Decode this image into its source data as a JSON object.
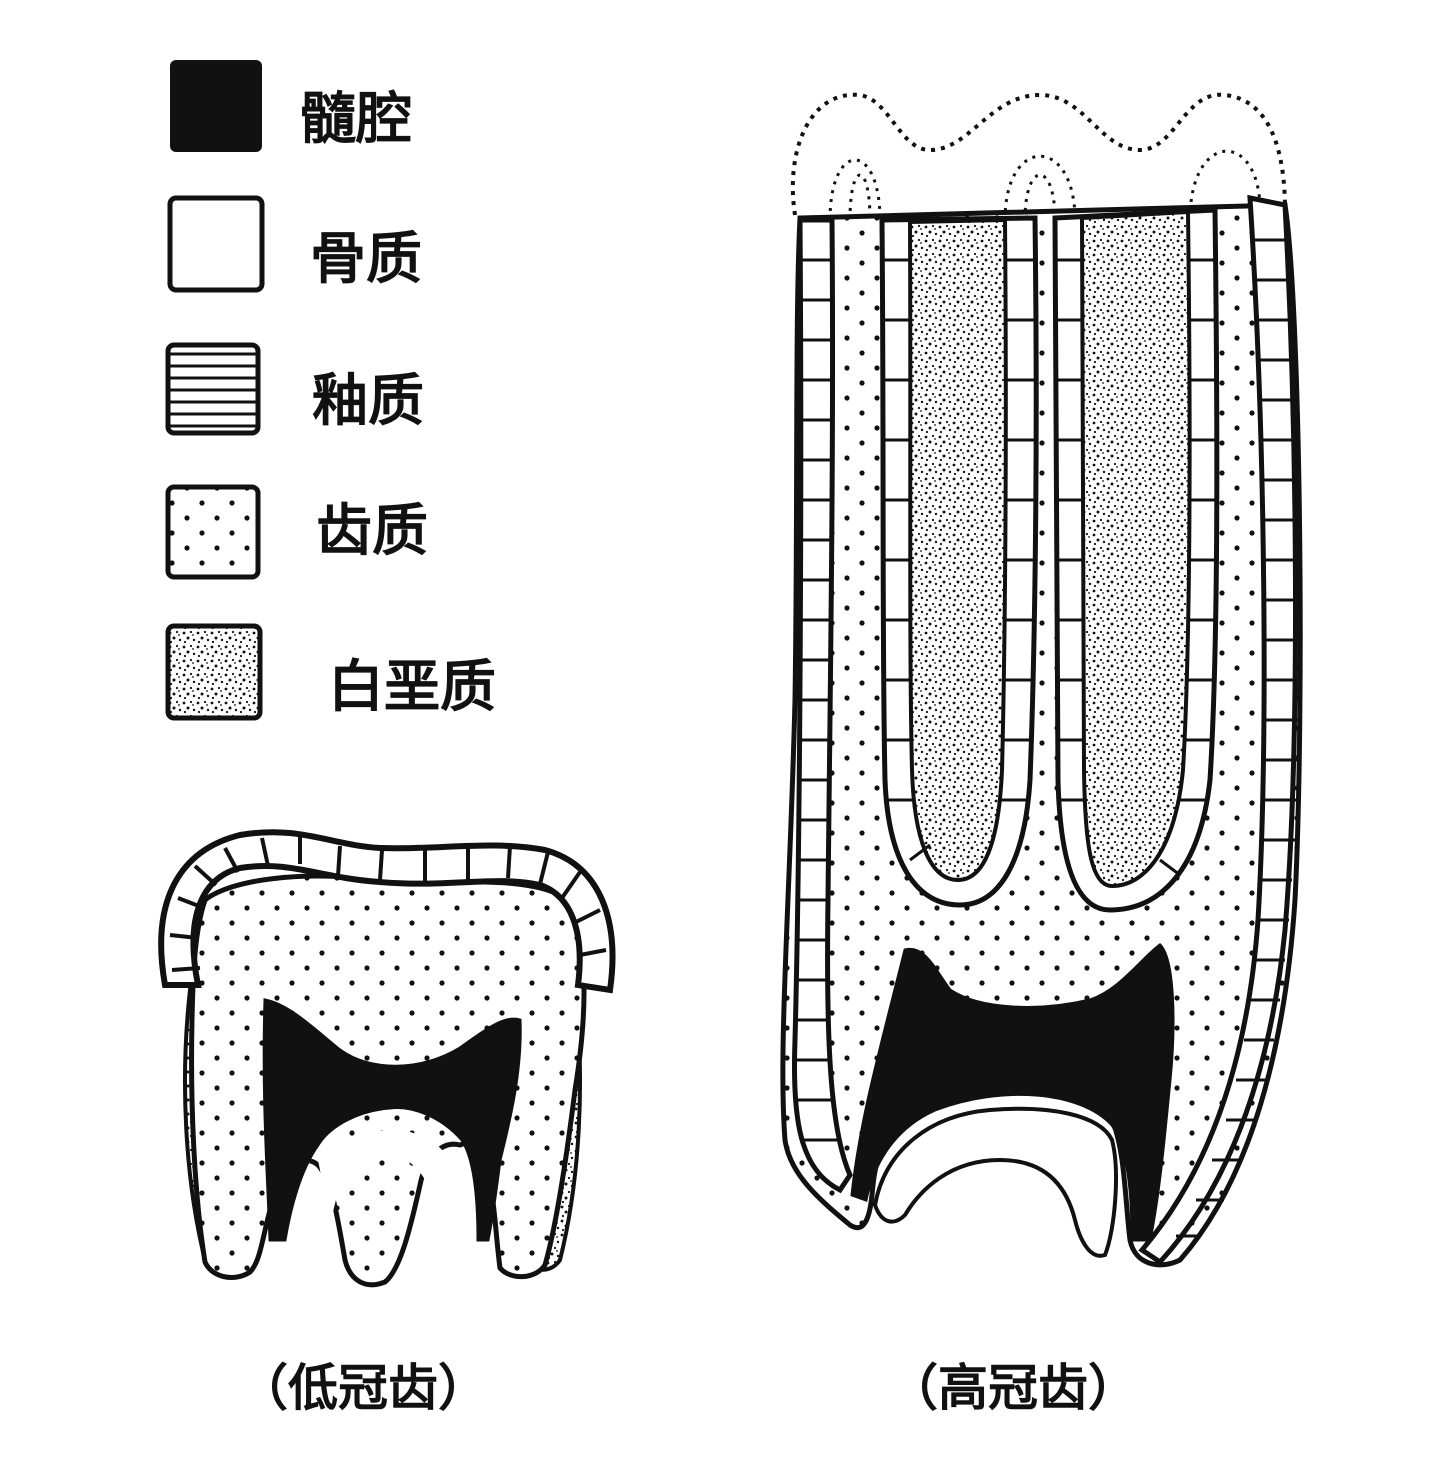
{
  "legend": {
    "items": [
      {
        "key": "pulp",
        "label": "髓腔",
        "swatch": "solid-black"
      },
      {
        "key": "bone",
        "label": "骨质",
        "swatch": "blank-white"
      },
      {
        "key": "enamel",
        "label": "釉质",
        "swatch": "horizontal-stripes"
      },
      {
        "key": "dentine",
        "label": "齿质",
        "swatch": "sparse-dots"
      },
      {
        "key": "cement",
        "label": "白垩质",
        "swatch": "dense-stipple"
      }
    ]
  },
  "captions": {
    "low_crown": "（低冠齿）",
    "high_crown": "（高冠齿）"
  },
  "colors": {
    "ink": "#111111",
    "paper": "#ffffff"
  }
}
